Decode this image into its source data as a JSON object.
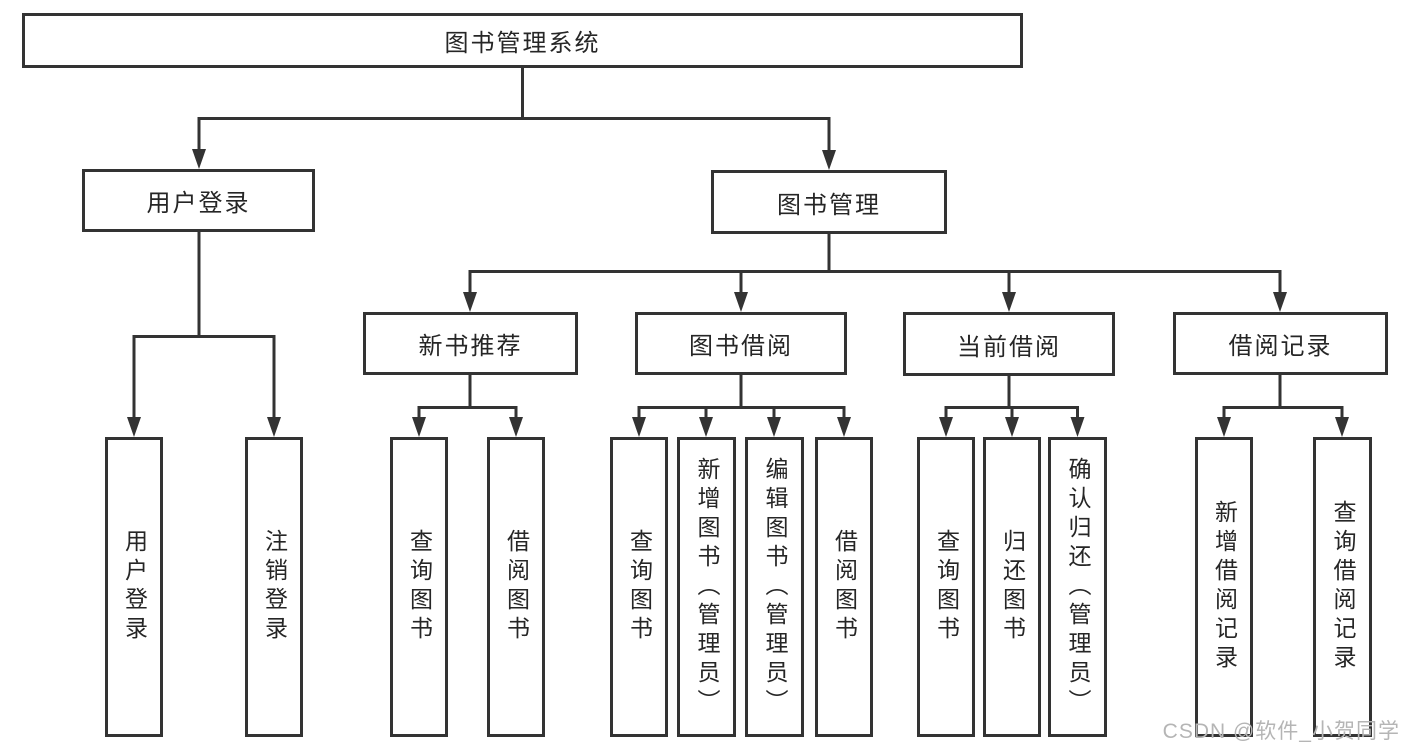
{
  "diagram_title": "图书管理系统",
  "colors": {
    "line": "#333333",
    "text": "#262626",
    "box_bg": "#ffffff",
    "watermark": "#b5b5b5"
  },
  "tree": {
    "root": {
      "label": "图书管理系统"
    },
    "branches": [
      {
        "label": "用户登录",
        "children": [
          {
            "label": "用户登录"
          },
          {
            "label": "注销登录"
          }
        ]
      },
      {
        "label": "图书管理",
        "children": [
          {
            "label": "新书推荐",
            "children": [
              {
                "label": "查询图书"
              },
              {
                "label": "借阅图书"
              }
            ]
          },
          {
            "label": "图书借阅",
            "children": [
              {
                "label": "查询图书"
              },
              {
                "label": "新增图书（管理员）"
              },
              {
                "label": "编辑图书（管理员）"
              },
              {
                "label": "借阅图书"
              }
            ]
          },
          {
            "label": "当前借阅",
            "children": [
              {
                "label": "查询图书"
              },
              {
                "label": "归还图书"
              },
              {
                "label": "确认归还（管理员）"
              }
            ]
          },
          {
            "label": "借阅记录",
            "children": [
              {
                "label": "新增借阅记录"
              },
              {
                "label": "查询借阅记录"
              }
            ]
          }
        ]
      }
    ]
  },
  "watermark": "CSDN @软件_小贺同学"
}
